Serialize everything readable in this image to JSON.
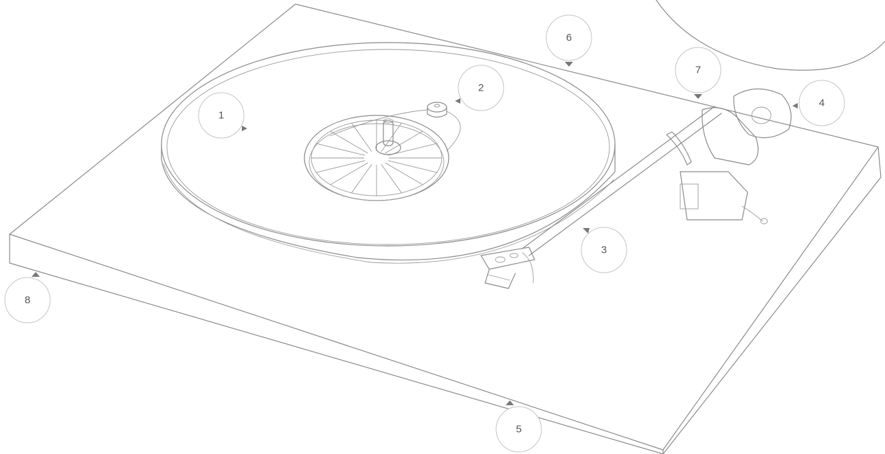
{
  "callouts": [
    {
      "id": "callout-1",
      "label": "1"
    },
    {
      "id": "callout-2",
      "label": "2"
    },
    {
      "id": "callout-3",
      "label": "3"
    },
    {
      "id": "callout-4",
      "label": "4"
    },
    {
      "id": "callout-5",
      "label": "5"
    },
    {
      "id": "callout-6",
      "label": "6"
    },
    {
      "id": "callout-7",
      "label": "7"
    },
    {
      "id": "callout-8",
      "label": "8"
    }
  ],
  "colors": {
    "line": "#8a8a8a",
    "callout_border": "#c4c4c4",
    "callout_text": "#555555",
    "arrow": "#777777",
    "background": "#ffffff"
  }
}
